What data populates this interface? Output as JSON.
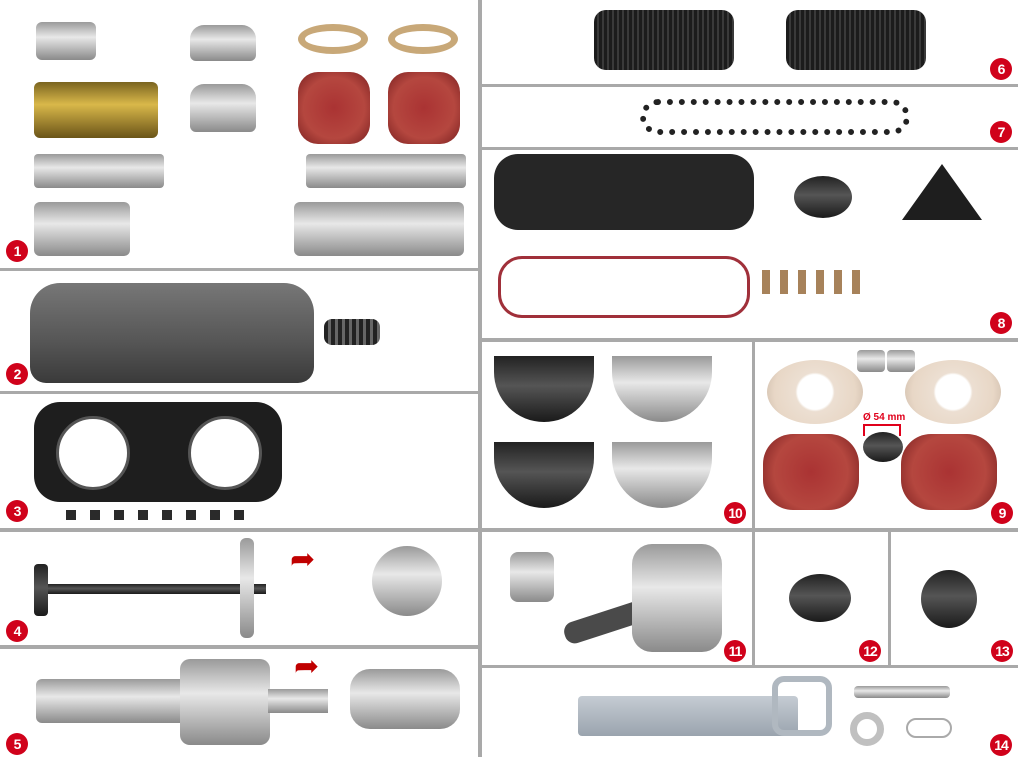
{
  "panels": [
    {
      "number": "1"
    },
    {
      "number": "2"
    },
    {
      "number": "3"
    },
    {
      "number": "4"
    },
    {
      "number": "5"
    },
    {
      "number": "6"
    },
    {
      "number": "7"
    },
    {
      "number": "8"
    },
    {
      "number": "9"
    },
    {
      "number": "10"
    },
    {
      "number": "11"
    },
    {
      "number": "12"
    },
    {
      "number": "13"
    },
    {
      "number": "14"
    }
  ],
  "dimension_label": "Ø 54 mm",
  "colors": {
    "badge": "#d0021b",
    "divider": "#a9a9a9"
  }
}
